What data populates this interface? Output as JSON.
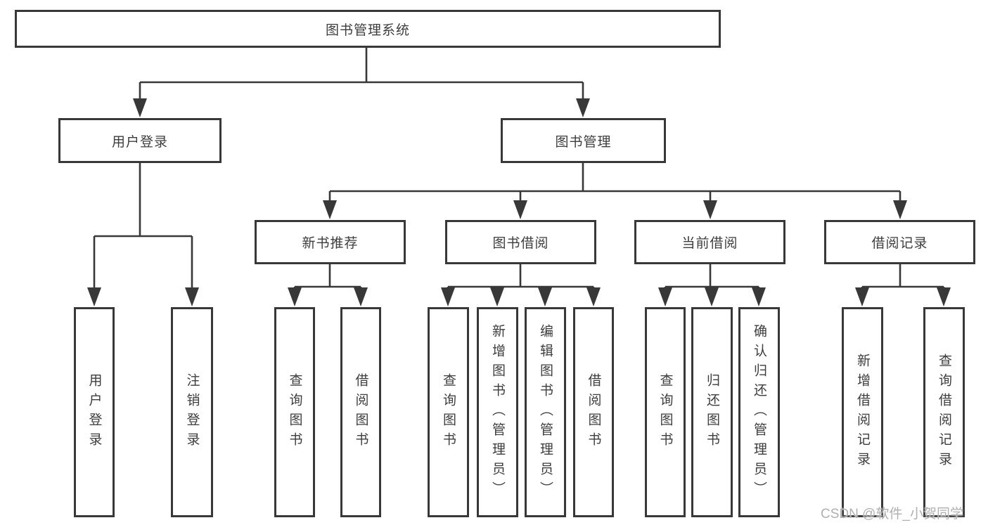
{
  "colors": {
    "line": "#383838",
    "text": "#3d3d3d",
    "watermark_gray": "#b0b0b0",
    "background": "#ffffff"
  },
  "chart_type": "hierarchy-tree-diagram",
  "tree": {
    "root": {
      "label": "图书管理系统"
    },
    "branches": [
      {
        "label": "用户登录",
        "children": [
          {
            "label": "用户登录"
          },
          {
            "label": "注销登录"
          }
        ]
      },
      {
        "label": "图书管理",
        "children": [
          {
            "label": "新书推荐",
            "children": [
              {
                "label": "查询图书"
              },
              {
                "label": "借阅图书"
              }
            ]
          },
          {
            "label": "图书借阅",
            "children": [
              {
                "label": "查询图书"
              },
              {
                "label": "新增图书（管理员）"
              },
              {
                "label": "编辑图书（管理员）"
              },
              {
                "label": "借阅图书"
              }
            ]
          },
          {
            "label": "当前借阅",
            "children": [
              {
                "label": "查询图书"
              },
              {
                "label": "归还图书"
              },
              {
                "label": "确认归还（管理员）"
              }
            ]
          },
          {
            "label": "借阅记录",
            "children": [
              {
                "label": "新增借阅记录"
              },
              {
                "label": "查询借阅记录"
              }
            ]
          }
        ]
      }
    ]
  },
  "watermark": "CSDN @软件_小贺同学"
}
